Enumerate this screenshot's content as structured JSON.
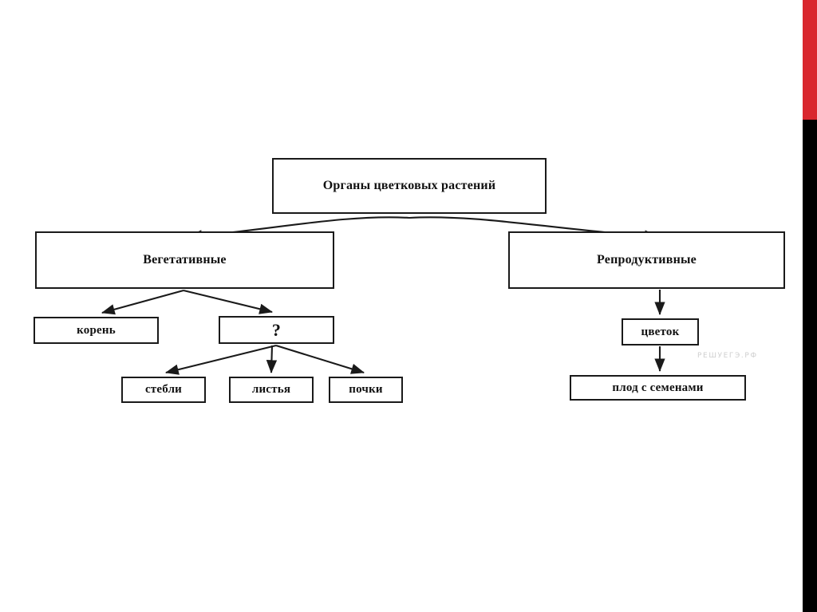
{
  "slide": {
    "background_color": "#ffffff",
    "accent_bar_red_color": "#d9272e",
    "accent_bar_black_color": "#000000",
    "watermark": "РЕШУЕГЭ.РФ"
  },
  "diagram": {
    "type": "hierarchy-tree",
    "title": "Органы цветковых растений",
    "line_color": "#1a1a1a",
    "nodes": {
      "root": {
        "label": "Органы цветковых растений",
        "level": 0
      },
      "vegetative": {
        "label": "Вегетативные",
        "level": 1
      },
      "reproductive": {
        "label": "Репродуктивные",
        "level": 1
      },
      "root_organ": {
        "label": "корень",
        "level": 2
      },
      "unknown": {
        "label": "?",
        "level": 2
      },
      "flower": {
        "label": "цветок",
        "level": 2
      },
      "stems": {
        "label": "стебли",
        "level": 3
      },
      "leaves": {
        "label": "листья",
        "level": 3
      },
      "buds": {
        "label": "почки",
        "level": 3
      },
      "fruit": {
        "label": "плод с семенами",
        "level": 3
      }
    },
    "edges": [
      {
        "from": "root",
        "to": "vegetative"
      },
      {
        "from": "root",
        "to": "reproductive"
      },
      {
        "from": "vegetative",
        "to": "root_organ"
      },
      {
        "from": "vegetative",
        "to": "unknown"
      },
      {
        "from": "unknown",
        "to": "stems"
      },
      {
        "from": "unknown",
        "to": "leaves"
      },
      {
        "from": "unknown",
        "to": "buds"
      },
      {
        "from": "reproductive",
        "to": "flower"
      },
      {
        "from": "flower",
        "to": "fruit"
      }
    ]
  }
}
